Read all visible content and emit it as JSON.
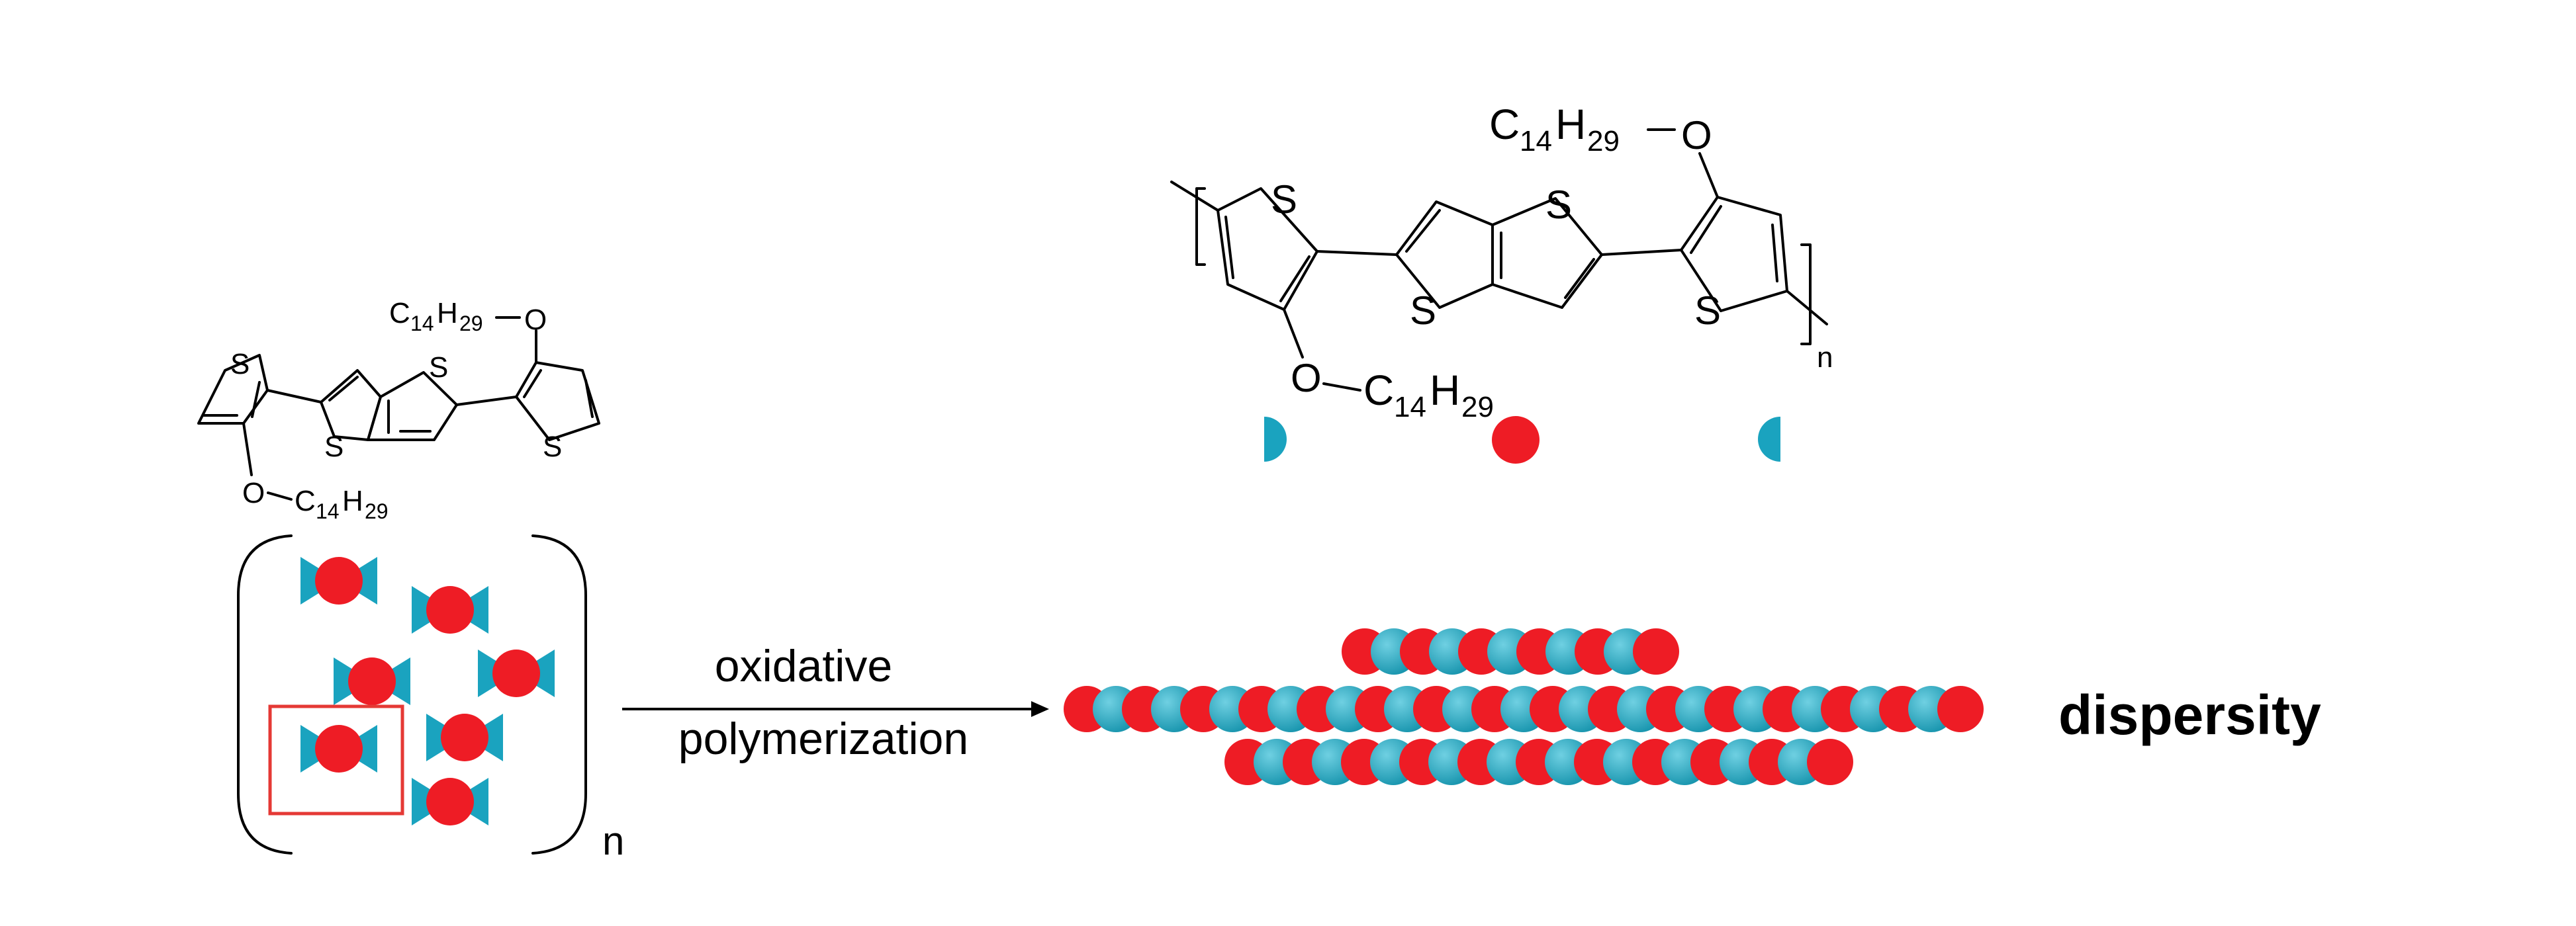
{
  "colors": {
    "red": "#ee1c25",
    "teal": "#1aa3bf",
    "teal_light": "#4fc1d6",
    "box": "#e53935"
  },
  "monomer": {
    "atom_s": "S",
    "atom_o": "O",
    "sub_top_c": "C",
    "sub_top_c_num": "14",
    "sub_top_h": "H",
    "sub_top_h_num": "29",
    "sub_bot_c": "C",
    "sub_bot_c_num": "14",
    "sub_bot_h": "H",
    "sub_bot_h_num": "29",
    "repeat_n": "n"
  },
  "polymer": {
    "atom_s": "S",
    "atom_o": "O",
    "sub_top_c": "C",
    "sub_top_c_num": "14",
    "sub_top_h": "H",
    "sub_top_h_num": "29",
    "sub_bot_c": "C",
    "sub_bot_c_num": "14",
    "sub_bot_h": "H",
    "sub_bot_h_num": "29",
    "repeat_n": "n"
  },
  "arrow": {
    "label_line1": "oxidative",
    "label_line2": "polymerization"
  },
  "result": {
    "label": "dispersity"
  },
  "chains": [
    {
      "length": 11
    },
    {
      "length": 31
    },
    {
      "length": 21
    }
  ]
}
